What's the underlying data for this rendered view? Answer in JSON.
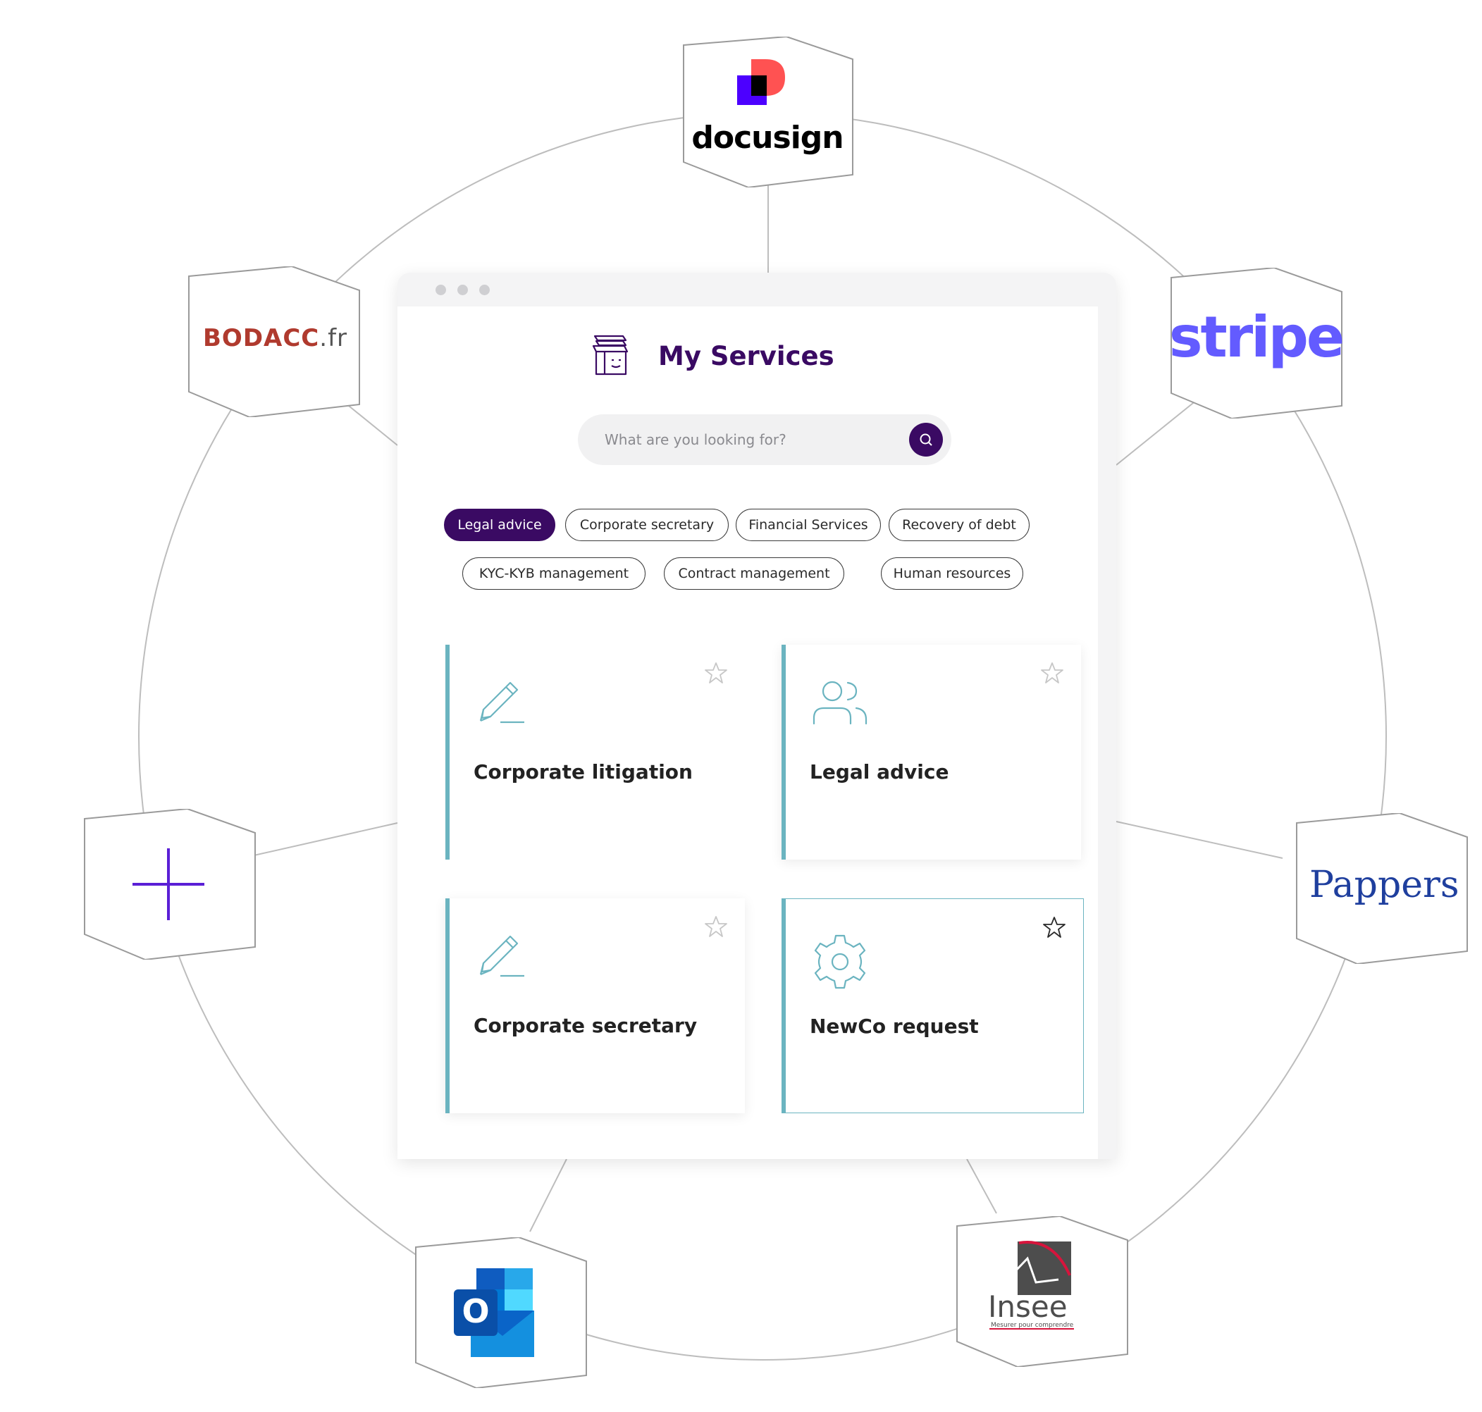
{
  "window": {
    "title": "My Services",
    "search": {
      "placeholder": "What are you looking for?"
    },
    "filters": [
      {
        "label": "Legal advice",
        "active": true
      },
      {
        "label": "Corporate secretary",
        "active": false
      },
      {
        "label": "Financial Services",
        "active": false
      },
      {
        "label": "Recovery of debt",
        "active": false
      },
      {
        "label": "KYC-KYB management",
        "active": false
      },
      {
        "label": "Contract management",
        "active": false
      },
      {
        "label": "Human resources",
        "active": false
      }
    ],
    "cards": [
      {
        "title": "Corporate litigation",
        "icon": "pencil-icon",
        "favorite": false
      },
      {
        "title": "Legal advice",
        "icon": "users-icon",
        "favorite": false
      },
      {
        "title": "Corporate secretary",
        "icon": "pencil-icon",
        "favorite": false
      },
      {
        "title": "NewCo request",
        "icon": "gear-icon",
        "favorite": false
      }
    ]
  },
  "integrations": {
    "docusign": "docusign",
    "stripe": "stripe",
    "bodacc": {
      "main": "BODACC",
      "suffix": ".fr"
    },
    "pappers": "Pappers",
    "insee": {
      "name": "Insee",
      "tagline": "Mesurer pour comprendre"
    },
    "outlook": {
      "letter": "O"
    }
  },
  "colors": {
    "brand": "#3a0a63",
    "accent": "#6bb4c0",
    "bodacc": "#b03a2e",
    "stripe": "#635bff",
    "pappers": "#1f3f9e",
    "plus": "#5b1fd6"
  }
}
